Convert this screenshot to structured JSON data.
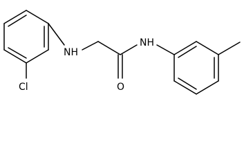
{
  "atoms": {
    "chlorine": "Cl",
    "amine_nh": "NH",
    "amide_nh": "NH",
    "oxygen": "O"
  },
  "colors": {
    "bond": "#000000",
    "label": "#000000",
    "background": "#ffffff"
  }
}
